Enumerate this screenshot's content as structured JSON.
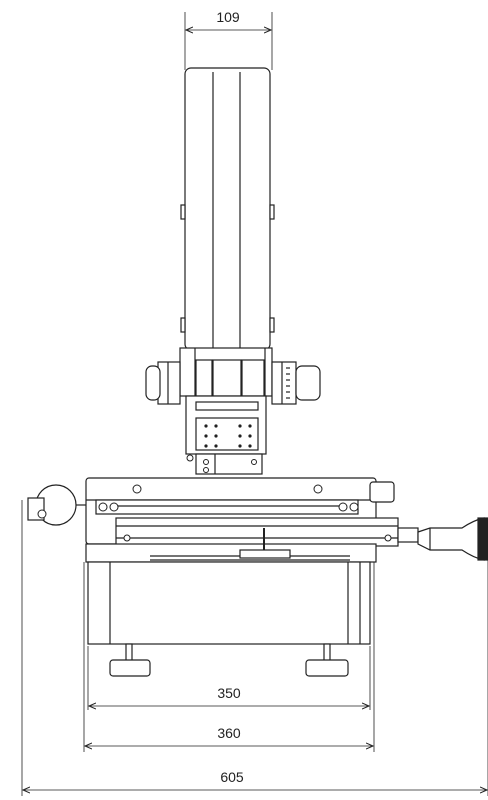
{
  "dimensions": {
    "column_width": "109",
    "inner_base_width": "350",
    "outer_base_width": "360",
    "overall_width": "605"
  }
}
